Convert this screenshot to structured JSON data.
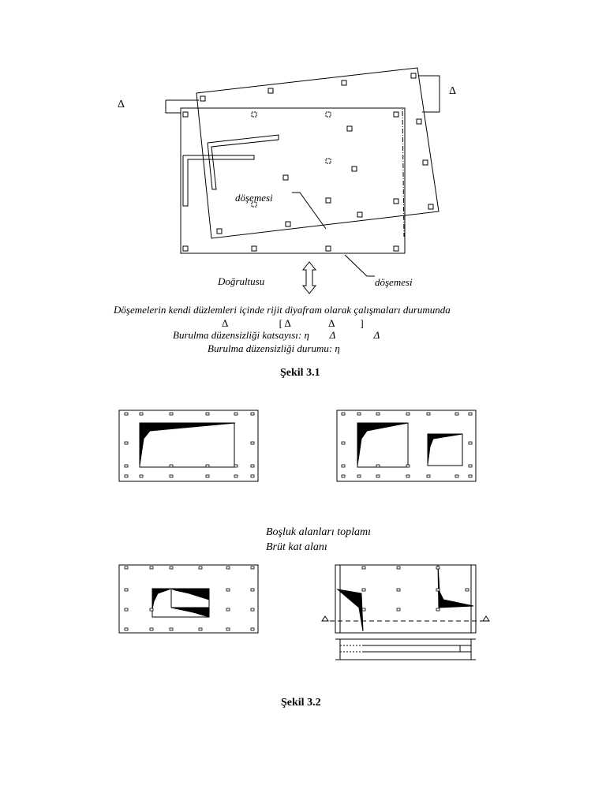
{
  "figure1": {
    "delta_left": "Δ",
    "delta_right": "Δ",
    "label_slab_inner": "döşemesi",
    "label_direction": "Doğrultusu",
    "label_slab_outer": "döşemesi",
    "caption_line1": "Döşemelerin kendi düzlemleri içinde rijit diyafram olarak çalışmaları durumunda",
    "caption_line2": "Δ                    [ Δ               Δ          ]",
    "caption_line3": "Burulma düzensizliği katsayısı: η        Δ               Δ",
    "caption_line4": "Burulma düzensizliği durumu: η",
    "title": "Şekil 3.1"
  },
  "figure2": {
    "label_void_sum": "Boşluk alanları toplamı",
    "label_gross_area": "Brüt kat alanı",
    "title": "Şekil 3.2"
  }
}
